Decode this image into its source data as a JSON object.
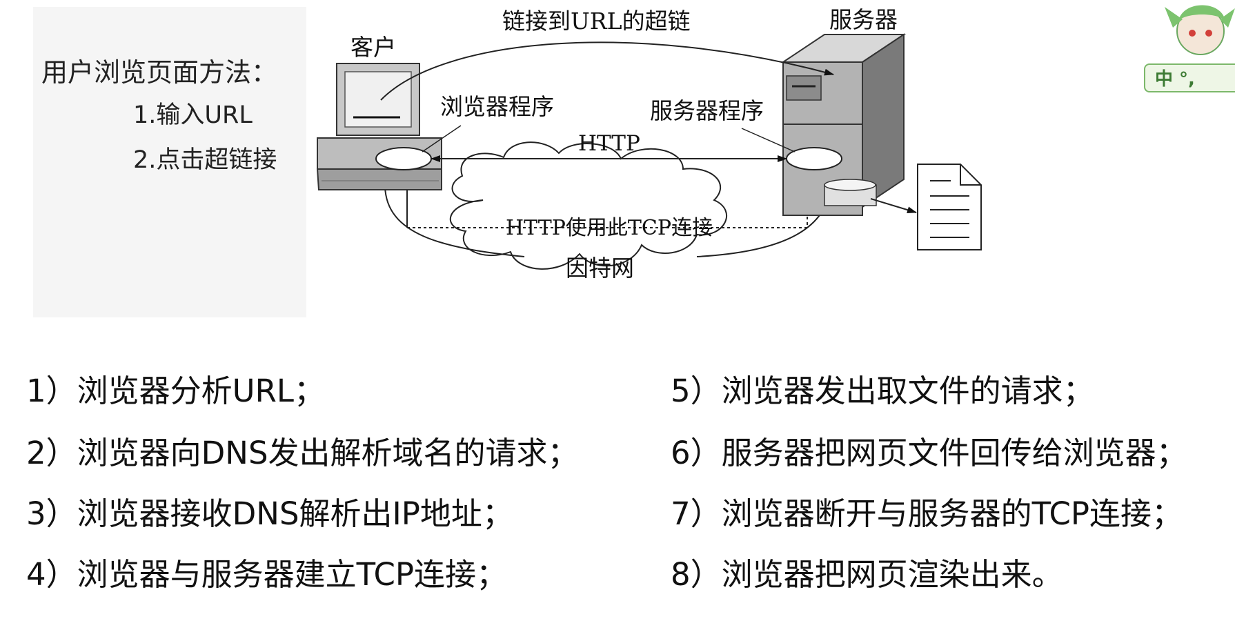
{
  "left_panel": {
    "title": "用户浏览页面方法：",
    "methods": [
      "1.输入URL",
      "2.点击超链接"
    ]
  },
  "diagram": {
    "top_link_label": "链接到URL的超链",
    "client_label": "客户",
    "server_label": "服务器",
    "browser_program_label": "浏览器程序",
    "server_program_label": "服务器程序",
    "protocol_label": "HTTP",
    "tcp_label": "HTTP使用此TCP连接",
    "internet_label": "因特网"
  },
  "steps_left": [
    "1）浏览器分析URL；",
    "2）浏览器向DNS发出解析域名的请求；",
    "3）浏览器接收DNS解析出IP地址；",
    "4）浏览器与服务器建立TCP连接；"
  ],
  "steps_right": [
    "5）浏览器发出取文件的请求；",
    "6）服务器把网页文件回传给浏览器；",
    "7）浏览器断开与服务器的TCP连接；",
    "8）浏览器把网页渲染出来。"
  ],
  "badge": {
    "text": "中 °,"
  }
}
